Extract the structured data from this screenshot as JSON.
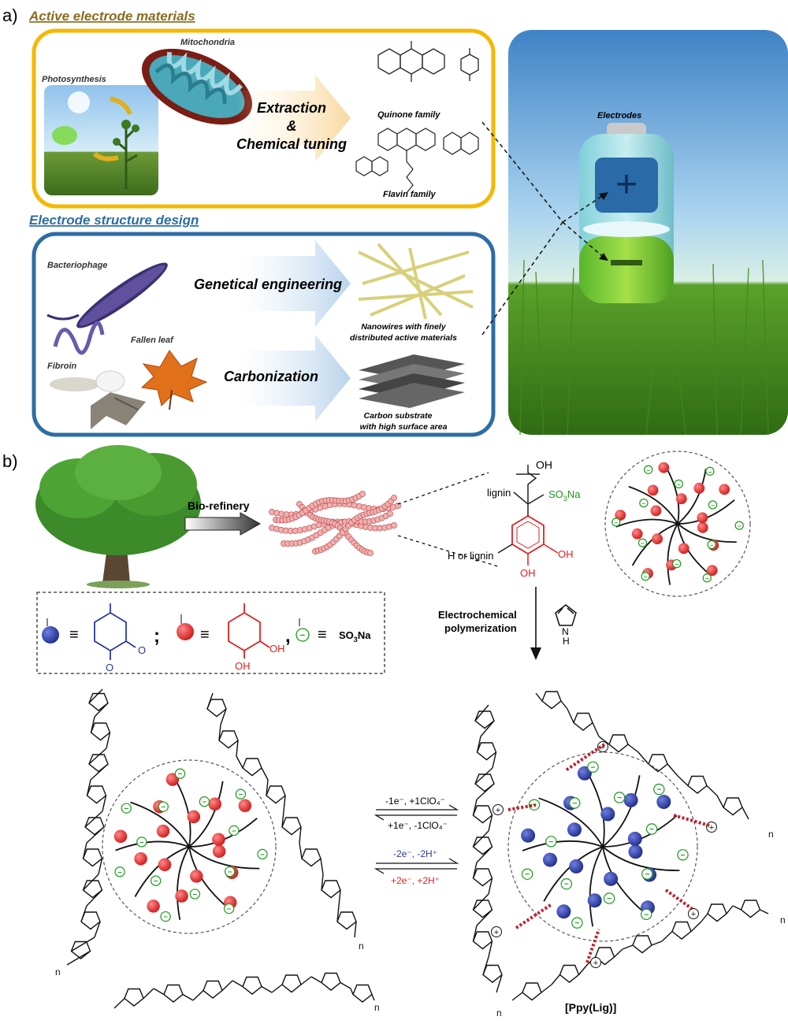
{
  "panel_a": {
    "label": "a)",
    "section1_title": "Active electrode materials",
    "section2_title": "Electrode structure design",
    "photosynthesis": "Photosynthesis",
    "mitochondria": "Mitochondria",
    "extraction": "Extraction",
    "ampersand": "&",
    "chemical_tuning": "Chemical tuning",
    "quinone_family": "Quinone family",
    "flavin_family": "Flavin family",
    "bacteriophage": "Bacteriophage",
    "genetical_engineering": "Genetical engineering",
    "nanowires_line1": "Nanowires with finely",
    "nanowires_line2": "distributed active materials",
    "fallen_leaf": "Fallen leaf",
    "fibroin": "Fibroin",
    "carbonization": "Carbonization",
    "carbon_line1": "Carbon substrate",
    "carbon_line2": "with high surface area",
    "electrodes": "Electrodes"
  },
  "panel_b": {
    "label": "b)",
    "biorefinery": "Bio-refinery",
    "lignin": "lignin",
    "h_or_lignin": "H or lignin",
    "oh": "OH",
    "so3na_prefix": "SO",
    "so3na_sub": "3",
    "so3na_suffix": "Na",
    "electrochemical": "Electrochemical",
    "polymerization": "polymerization",
    "pyrrole_nh": "N",
    "pyrrole_h": "H",
    "legend_so3na_prefix": "SO",
    "legend_so3na_sub": "3",
    "legend_so3na_suffix": "Na",
    "eq1_top": "-1e⁻, +1ClO₄⁻",
    "eq1_bottom": "+1e⁻, -1ClO₄⁻",
    "eq2_top": "-2e⁻, -2H⁺",
    "eq2_bottom": "+2e⁻, +2H⁺",
    "product_label": "[Ppy(Lig)]",
    "repeat_n": "n",
    "minus": "−",
    "plus": "+"
  },
  "colors": {
    "gold": "#f5b800",
    "blue_frame": "#2e6da4",
    "title_gold": "#8a6d1a",
    "title_blue": "#2e6da4",
    "red_sphere": "#e02020",
    "blue_sphere": "#2a3a9e",
    "green_minus": "#1a9a1a",
    "red_text": "#e02020",
    "blue_text": "#2a3a9e",
    "sulfonate_green": "#1a9a1a"
  }
}
